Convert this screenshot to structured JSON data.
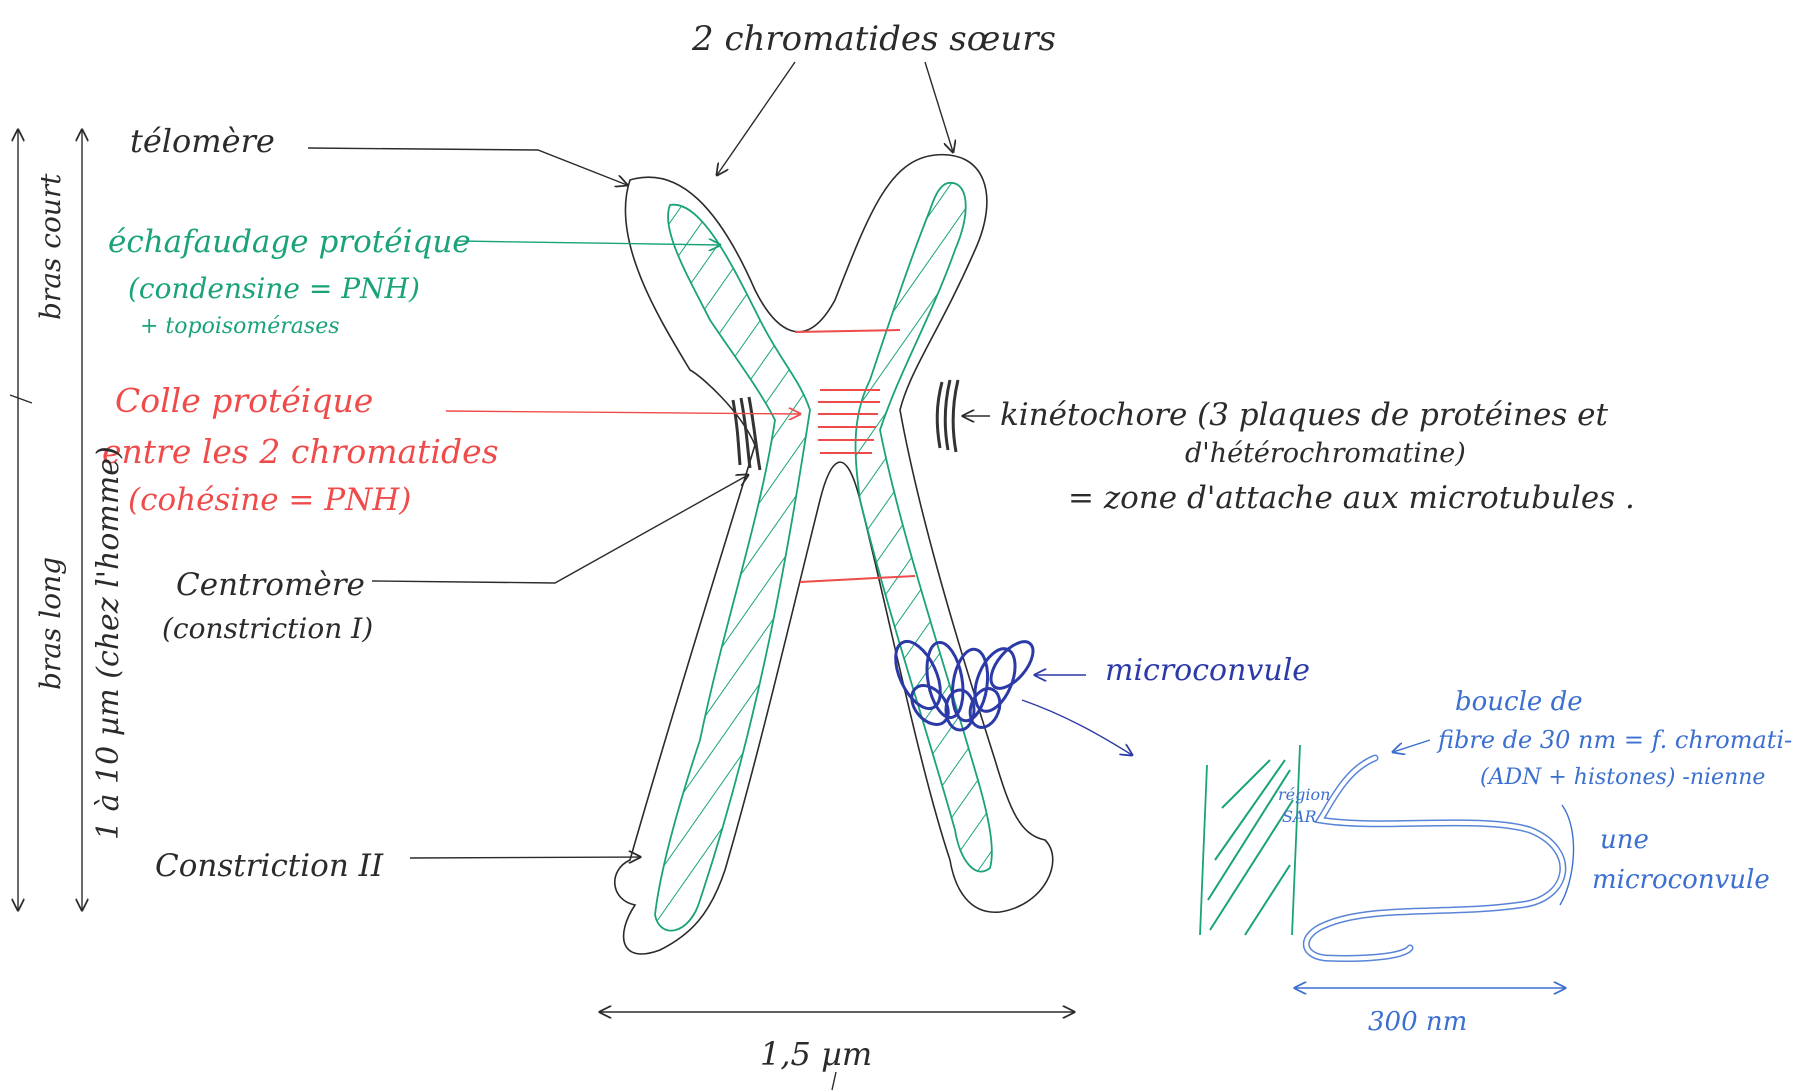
{
  "labels": {
    "sister_chromatids": "2 chromatides sœurs",
    "telomere": "télomère",
    "scaffold_line1": "échafaudage protéique",
    "scaffold_line2": "(condensine = PNH)",
    "scaffold_line3": "+ topoisomérases",
    "glue_line1": "Colle protéique",
    "glue_line2": "entre les 2 chromatides",
    "glue_line3": "(cohésine = PNH)",
    "centromere_line1": "Centromère",
    "centromere_line2": "(constriction I)",
    "constriction2": "Constriction II",
    "kinetochore_line1": "kinétochore (3 plaques de protéines et",
    "kinetochore_line2": "d'hétérochromatine)",
    "kinetochore_line3": "= zone d'attache aux microtubules .",
    "microconvolute": "microconvule",
    "loop_line1": "boucle de",
    "loop_line2": "fibre de 30 nm = f. chromati-",
    "loop_line3": "(ADN + histones) -nienne",
    "sar_line1": "région",
    "sar_line2": "SAR",
    "one_micro_line1": "une",
    "one_micro_line2": "microconvule",
    "width_label": "1,5 µm",
    "scale_300": "300 nm",
    "short_arm": "bras court",
    "long_arm": "bras long",
    "length_label": "1 à 10 µm (chez l'homme)"
  },
  "colors": {
    "ink": "#2b2b2b",
    "scaffold": "#1aa37a",
    "cohesin": "#ef4b4b",
    "loop": "#3b6fd0",
    "microconvolute": "#2c3aa8",
    "kinetochore": "#333333"
  }
}
